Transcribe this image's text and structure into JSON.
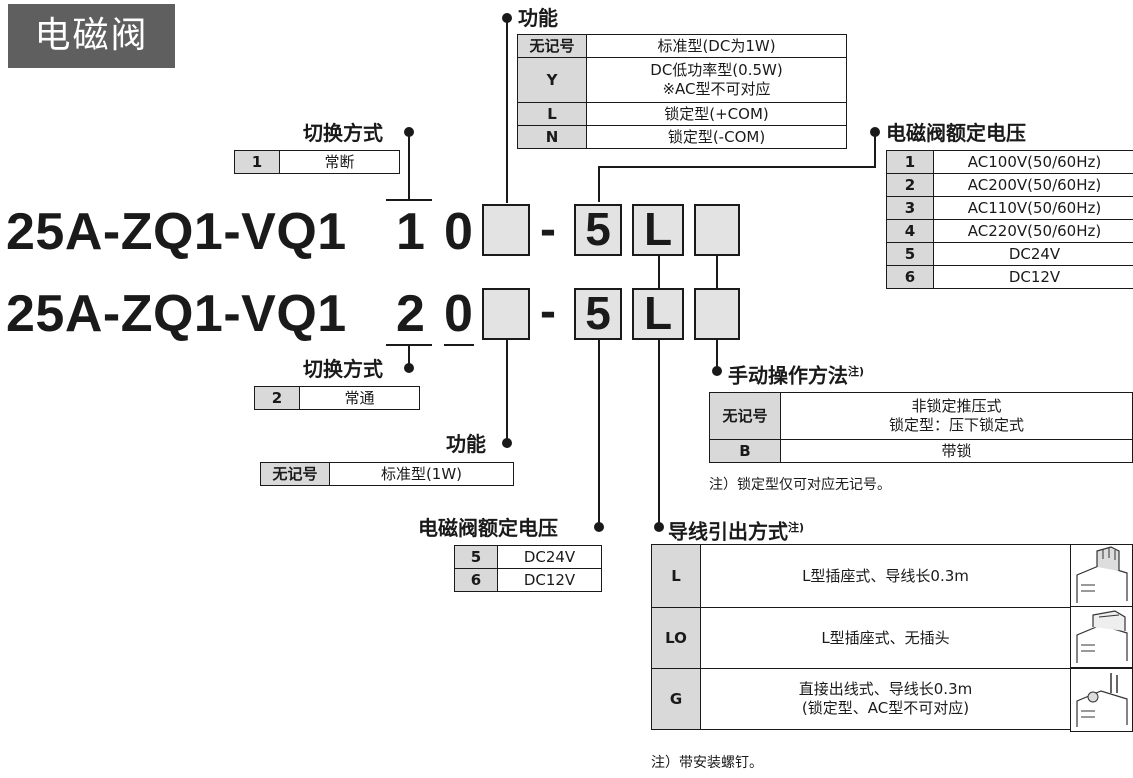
{
  "title": "电磁阀",
  "model_rows": [
    {
      "prefix": "25A-ZQ1-VQ1",
      "switch_digit": "1",
      "zero": "0",
      "dash": "-",
      "voltage": "5",
      "lead": "L"
    },
    {
      "prefix": "25A-ZQ1-VQ1",
      "switch_digit": "2",
      "zero": "0",
      "dash": "-",
      "voltage": "5",
      "lead": "L"
    }
  ],
  "function_top": {
    "heading": "功能",
    "rows": [
      {
        "code": "无记号",
        "desc": "标准型(DC为1W)"
      },
      {
        "code": "Y",
        "desc": "DC低功率型(0.5W)",
        "desc2": "※AC型不可对应"
      },
      {
        "code": "L",
        "desc": "锁定型(+COM)"
      },
      {
        "code": "N",
        "desc": "锁定型(-COM)"
      }
    ]
  },
  "switch_nc": {
    "heading": "切换方式",
    "code": "1",
    "desc": "常断"
  },
  "switch_no": {
    "heading": "切换方式",
    "code": "2",
    "desc": "常通"
  },
  "function_bottom": {
    "heading": "功能",
    "code": "无记号",
    "desc": "标准型(1W)"
  },
  "voltage_top": {
    "heading": "电磁阀额定电压",
    "rows": [
      {
        "code": "1",
        "desc": "AC100V(50/60Hz)"
      },
      {
        "code": "2",
        "desc": "AC200V(50/60Hz)"
      },
      {
        "code": "3",
        "desc": "AC110V(50/60Hz)"
      },
      {
        "code": "4",
        "desc": "AC220V(50/60Hz)"
      },
      {
        "code": "5",
        "desc": "DC24V"
      },
      {
        "code": "6",
        "desc": "DC12V"
      }
    ]
  },
  "voltage_bottom": {
    "heading": "电磁阀额定电压",
    "rows": [
      {
        "code": "5",
        "desc": "DC24V"
      },
      {
        "code": "6",
        "desc": "DC12V"
      }
    ]
  },
  "manual": {
    "heading": "手动操作方法",
    "heading_sup": "注)",
    "rows": [
      {
        "code": "无记号",
        "desc": "非锁定推压式",
        "desc2": "锁定型：压下锁定式"
      },
      {
        "code": "B",
        "desc": "带锁"
      }
    ],
    "note": "注）锁定型仅可对应无记号。"
  },
  "lead": {
    "heading": "导线引出方式",
    "heading_sup": "注)",
    "rows": [
      {
        "code": "L",
        "desc": "L型插座式、导线长0.3m"
      },
      {
        "code": "LO",
        "desc": "L型插座式、无插头"
      },
      {
        "code": "G",
        "desc": "直接出线式、导线长0.3m",
        "desc2": "(锁定型、AC型不可对应)"
      }
    ],
    "note": "注）带安装螺钉。"
  },
  "colors": {
    "title_bg": "#5f5f5f",
    "code_bg": "#d9d9d9",
    "box_bg": "#e3e3e3",
    "line": "#1a1a1a"
  }
}
